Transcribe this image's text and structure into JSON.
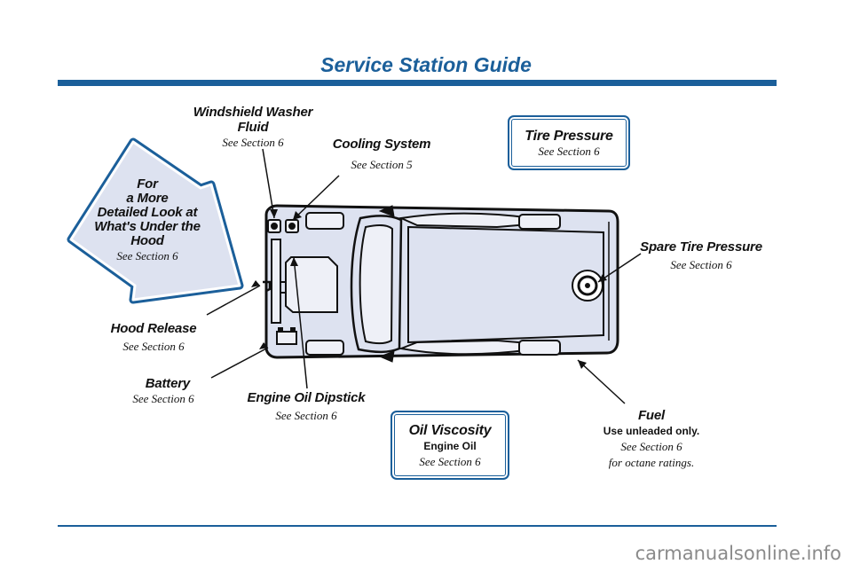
{
  "title": "Service Station Guide",
  "callout": {
    "line1": "For",
    "line2": "a More",
    "line3": "Detailed Look at",
    "line4": "What's Under the Hood",
    "see": "See Section 6"
  },
  "labels": {
    "washer": {
      "line1": "Windshield Washer",
      "line2": "Fluid",
      "see": "See Section 6"
    },
    "cooling": {
      "name": "Cooling System",
      "see": "See Section 5"
    },
    "hood_release": {
      "name": "Hood Release",
      "see": "See Section 6"
    },
    "battery": {
      "name": "Battery",
      "see": "See Section 6"
    },
    "dipstick": {
      "name": "Engine Oil Dipstick",
      "see": "See Section 6"
    },
    "spare": {
      "name": "Spare Tire Pressure",
      "see": "See Section 6"
    },
    "fuel": {
      "name": "Fuel",
      "note": "Use unleaded only.",
      "see": "See Section 6",
      "see2": "for octane ratings."
    }
  },
  "boxes": {
    "tire_pressure": {
      "name": "Tire Pressure",
      "see": "See Section 6"
    },
    "oil_viscosity": {
      "name": "Oil Viscosity",
      "sub": "Engine Oil",
      "see": "See Section 6"
    }
  },
  "watermark": "carmanualsonline.info",
  "colors": {
    "accent": "#1b5f9a",
    "car_fill": "#dde2f0",
    "outline": "#111111"
  }
}
